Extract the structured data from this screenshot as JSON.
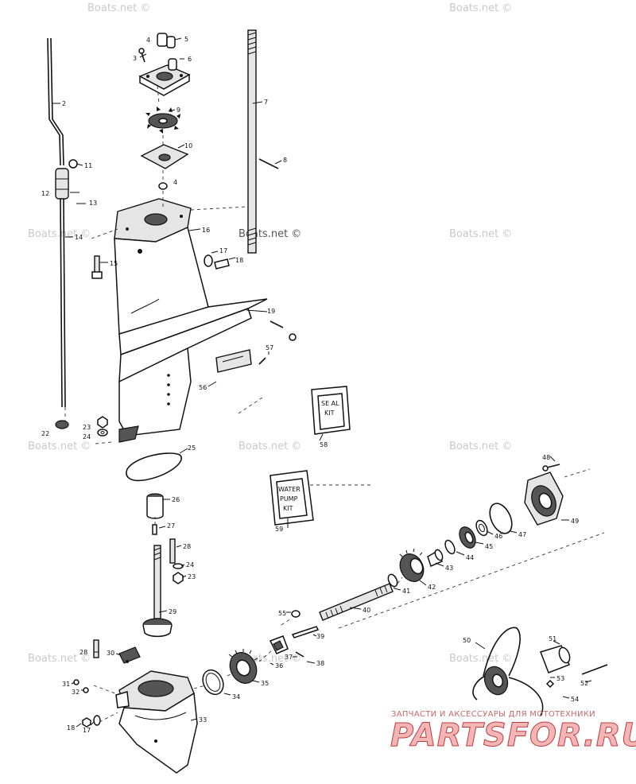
{
  "watermark": "Boats.net ©",
  "kits": {
    "seal": [
      "SE AL",
      "KIT"
    ],
    "pump": [
      "WATER",
      "PUMP",
      "KIT"
    ]
  },
  "brand": {
    "caption": "ЗАПЧАСТИ И АКСЕССУАРЫ ДЛЯ МОТОТЕХНИКИ",
    "logo": "PARTSFOR.RU"
  },
  "callouts": [
    "2",
    "3",
    "4",
    "5",
    "6",
    "7",
    "8",
    "9",
    "10",
    "11",
    "12",
    "13",
    "14",
    "15",
    "16",
    "17",
    "18",
    "19",
    "22",
    "23",
    "24",
    "25",
    "26",
    "27",
    "28",
    "24",
    "23",
    "29",
    "28",
    "30",
    "31",
    "32",
    "18",
    "17",
    "33",
    "34",
    "35",
    "36",
    "37",
    "38",
    "39",
    "40",
    "41",
    "42",
    "43",
    "44",
    "45",
    "46",
    "47",
    "48",
    "49",
    "55",
    "56",
    "57",
    "58",
    "59",
    "50",
    "51",
    "52",
    "53",
    "54",
    "4"
  ]
}
